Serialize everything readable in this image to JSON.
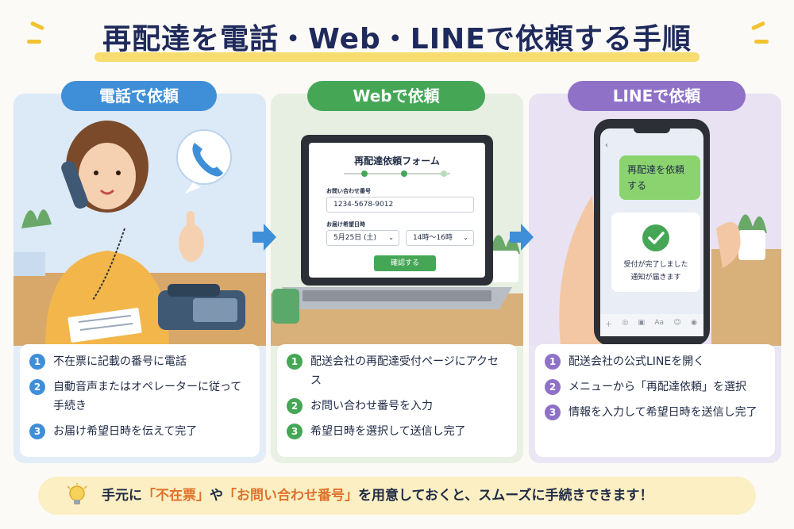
{
  "title": "再配達を電話・Web・LINEで依頼する手順",
  "colors": {
    "phone": "#3f8fd8",
    "web": "#45a656",
    "line": "#8f72c8",
    "highlight": "#e0722b",
    "title_underline": "#f7dc6f"
  },
  "phone": {
    "label": "電話で依頼",
    "steps": [
      {
        "num": "1",
        "text": "不在票に記載の番号に電話"
      },
      {
        "num": "2",
        "text": "自動音声またはオペレーターに従って手続き"
      },
      {
        "num": "3",
        "text": "お届け希望日時を伝えて完了"
      }
    ]
  },
  "web": {
    "label": "Webで依頼",
    "form": {
      "title": "再配達依頼フォーム",
      "inquiry_label": "お問い合わせ番号",
      "inquiry_value": "1234-5678-9012",
      "datetime_label": "お届け希望日時",
      "date_value": "5月25日 (土)",
      "time_value": "14時〜16時",
      "confirm_button": "確認する"
    },
    "steps": [
      {
        "num": "1",
        "text": "配送会社の再配達受付ページにアクセス"
      },
      {
        "num": "2",
        "text": "お問い合わせ番号を入力"
      },
      {
        "num": "3",
        "text": "希望日時を選択して送信し完了"
      }
    ]
  },
  "line": {
    "label": "LINEで依頼",
    "chat": {
      "user_message": "再配達を依頼する",
      "reply_line1": "受付が完了しました",
      "reply_line2": "通知が届きます",
      "input_placeholder": "Aa"
    },
    "steps": [
      {
        "num": "1",
        "text": "配送会社の公式LINEを開く"
      },
      {
        "num": "2",
        "text": "メニューから「再配達依頼」を選択"
      },
      {
        "num": "3",
        "text": "情報を入力して希望日時を送信し完了"
      }
    ]
  },
  "tip": {
    "part1": "手元に",
    "highlight1": "「不在票」",
    "part2": "や",
    "highlight2": "「お問い合わせ番号」",
    "part3": "を用意しておくと、スムーズに手続きできます！"
  }
}
